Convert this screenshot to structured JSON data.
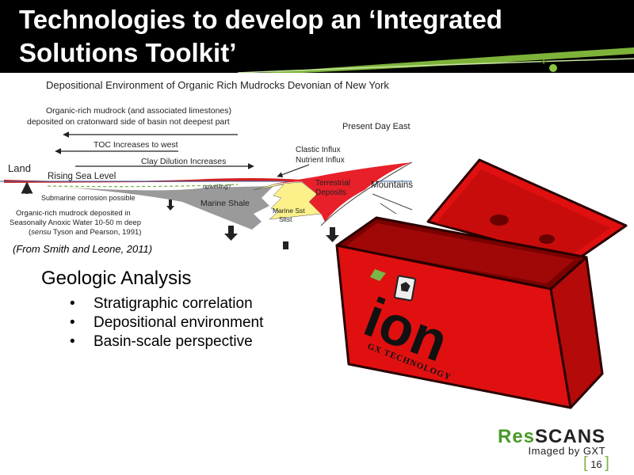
{
  "slide": {
    "title_line1": "Technologies to develop an ‘Integrated",
    "title_line2": "Solutions Toolkit’",
    "page_number": "16"
  },
  "diagram": {
    "title": "Depositional Environment of Organic Rich Mudrocks Devonian of New York",
    "note_line1": "Organic-rich mudrock (and associated limestones)",
    "note_line2": "deposited on cratonward side of basin not deepest part",
    "present_day_east": "Present Day East",
    "toc": "TOC Increases to west",
    "clastic_influx": "Clastic Influx",
    "nutrient_influx": "Nutrient Influx",
    "clay_dilution": "Clay Dilution Increases",
    "land": "Land",
    "rising_sea_level": "Rising Sea Level",
    "terrestrial": "Terrestrial",
    "deposits": "Deposits",
    "upwelling": "upwelling?",
    "mountains": "Mountains",
    "submarine_corrosion": "Submarine corrosion possible",
    "marine_shale": "Marine Shale",
    "marine_sst": "Marine Sst",
    "sltst": "Sltst",
    "deposit_line1": "Organic-rich mudrock deposited in",
    "deposit_line2": "Seasonally Anoxic Water 10-50 m deep",
    "deposit_line3_italic": "sensu",
    "deposit_line3_rest": " Tyson and Pearson, 1991)",
    "deposit_line3_open": "("
  },
  "caption": "(From Smith and Leone, 2011)",
  "analysis": {
    "heading": "Geologic Analysis",
    "items": [
      "Stratigraphic correlation",
      "Depositional environment",
      "Basin-scale perspective"
    ]
  },
  "chest": {
    "brand": "ion",
    "tagline": "GX TECHNOLOGY"
  },
  "logo": {
    "res": "Res",
    "scans": "SCANS",
    "imaged": "Imaged by GXT"
  },
  "colors": {
    "header_bg": "#000000",
    "chest_red": "#e01010",
    "accent_green": "#7ab648",
    "terrestrial_red": "#e8202a",
    "marine_sst_yellow": "#fbf08a",
    "marine_shale_gray": "#9a9a9a"
  }
}
